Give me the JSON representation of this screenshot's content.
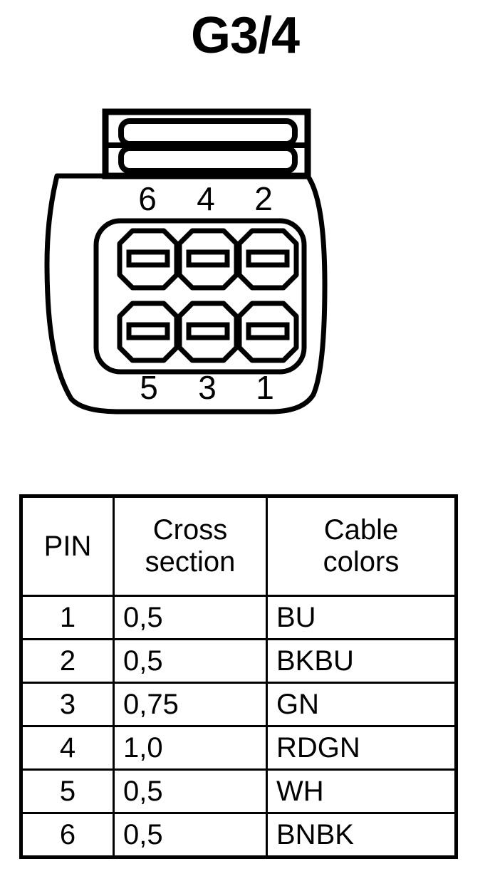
{
  "title": "G3/4",
  "connector": {
    "description": "6-way automotive connector face view with locking latch",
    "latch_label": "connector-latch",
    "top_row_pin_labels": [
      "6",
      "4",
      "2"
    ],
    "bottom_row_pin_labels": [
      "5",
      "3",
      "1"
    ],
    "cavity_count": 6,
    "line_color": "#000000",
    "fill_color": "#ffffff"
  },
  "table": {
    "headers": {
      "pin": "PIN",
      "cross_section_line1": "Cross",
      "cross_section_line2": "section",
      "cable_colors_line1": "Cable",
      "cable_colors_line2": "colors"
    },
    "rows": [
      {
        "pin": "1",
        "cross_section": "0,5",
        "cable_color": "BU"
      },
      {
        "pin": "2",
        "cross_section": "0,5",
        "cable_color": "BKBU"
      },
      {
        "pin": "3",
        "cross_section": "0,75",
        "cable_color": "GN"
      },
      {
        "pin": "4",
        "cross_section": "1,0",
        "cable_color": "RDGN"
      },
      {
        "pin": "5",
        "cross_section": "0,5",
        "cable_color": "WH"
      },
      {
        "pin": "6",
        "cross_section": "0,5",
        "cable_color": "BNBK"
      }
    ]
  }
}
